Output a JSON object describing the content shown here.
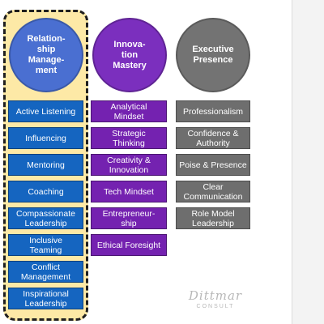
{
  "columns": [
    {
      "heading": "Relation-\nship\nManage-\nment",
      "color": "#1565c0",
      "highlighted": true,
      "items": [
        "Active Listening",
        "Influencing",
        "Mentoring",
        "Coaching",
        "Compassionate\nLeadership",
        "Inclusive\nTeaming",
        "Conflict\nManagement",
        "Inspirational\nLeadership"
      ]
    },
    {
      "heading": "Innova-\ntion\nMastery",
      "color": "#7422b0",
      "items": [
        "Analytical\nMindset",
        "Strategic\nThinking",
        "Creativity &\nInnovation",
        "Tech Mindset",
        "Entrepreneur-\nship",
        "Ethical Foresight"
      ]
    },
    {
      "heading": "Executive\nPresence",
      "color": "#6e6e6e",
      "items": [
        "Professionalism",
        "Confidence &\nAuthority",
        "Poise & Presence",
        "Clear\nCommunication",
        "Role Model\nLeadership"
      ]
    }
  ],
  "logo": {
    "main": "Dittmar",
    "sub": "CONSULT"
  }
}
